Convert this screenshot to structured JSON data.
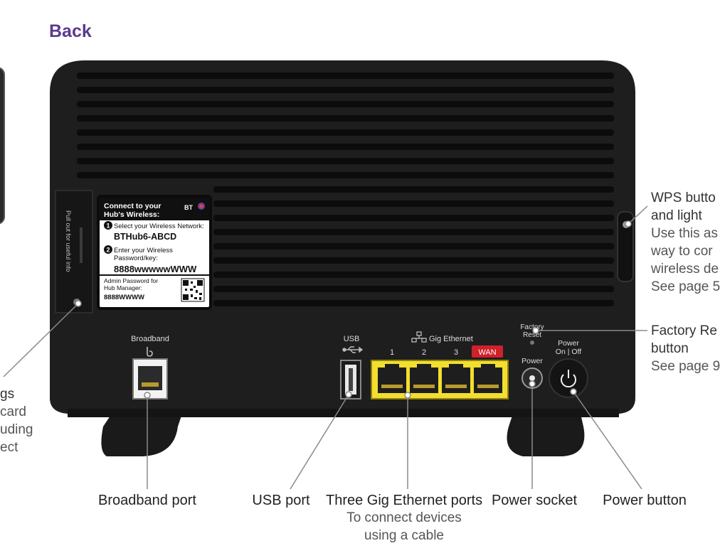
{
  "title": "Back",
  "sticker": {
    "heading_line1": "Connect to your",
    "heading_line2": "Hub's Wireless:",
    "brand": "BT",
    "step1_label": "Select your Wireless Network:",
    "network_name": "BTHub6-ABCD",
    "step2_label_line1": "Enter your Wireless",
    "step2_label_line2": "Password/key:",
    "wireless_key": "8888wwwwwWWW",
    "admin_label_line1": "Admin Password for",
    "admin_label_line2": "Hub Manager:",
    "admin_password": "8888WWWW"
  },
  "side_text": "Pull out for useful info",
  "device_labels": {
    "broadband": "Broadband",
    "usb": "USB",
    "gig_ethernet": "Gig Ethernet",
    "port1": "1",
    "port2": "2",
    "port3": "3",
    "wan": "WAN",
    "factory_reset_line1": "Factory",
    "factory_reset_line2": "Reset",
    "power": "Power",
    "power_onoff_line1": "Power",
    "power_onoff_line2": "On | Off"
  },
  "callouts": {
    "wps": {
      "line1": "WPS butto",
      "line2": "and light",
      "desc1": "Use this as",
      "desc2": "way to cor",
      "desc3": "wireless de",
      "desc4": "See page 5"
    },
    "factory": {
      "line1": "Factory Re",
      "line2": "button",
      "desc1": "See page 9"
    },
    "left": {
      "line1": "gs",
      "line2": "card",
      "line3": "uding",
      "line4": "ect"
    }
  },
  "bottom_labels": {
    "broadband_port": "Broadband port",
    "usb_port": "USB port",
    "ethernet_ports": "Three Gig Ethernet ports",
    "ethernet_desc1": "To connect devices",
    "ethernet_desc2": "using a cable",
    "power_socket": "Power socket",
    "power_button": "Power button"
  },
  "colors": {
    "title": "#5a3a8e",
    "body": "#1c1c1c",
    "ethernet_block": "#f2de2e",
    "wan_badge": "#d0202a"
  }
}
